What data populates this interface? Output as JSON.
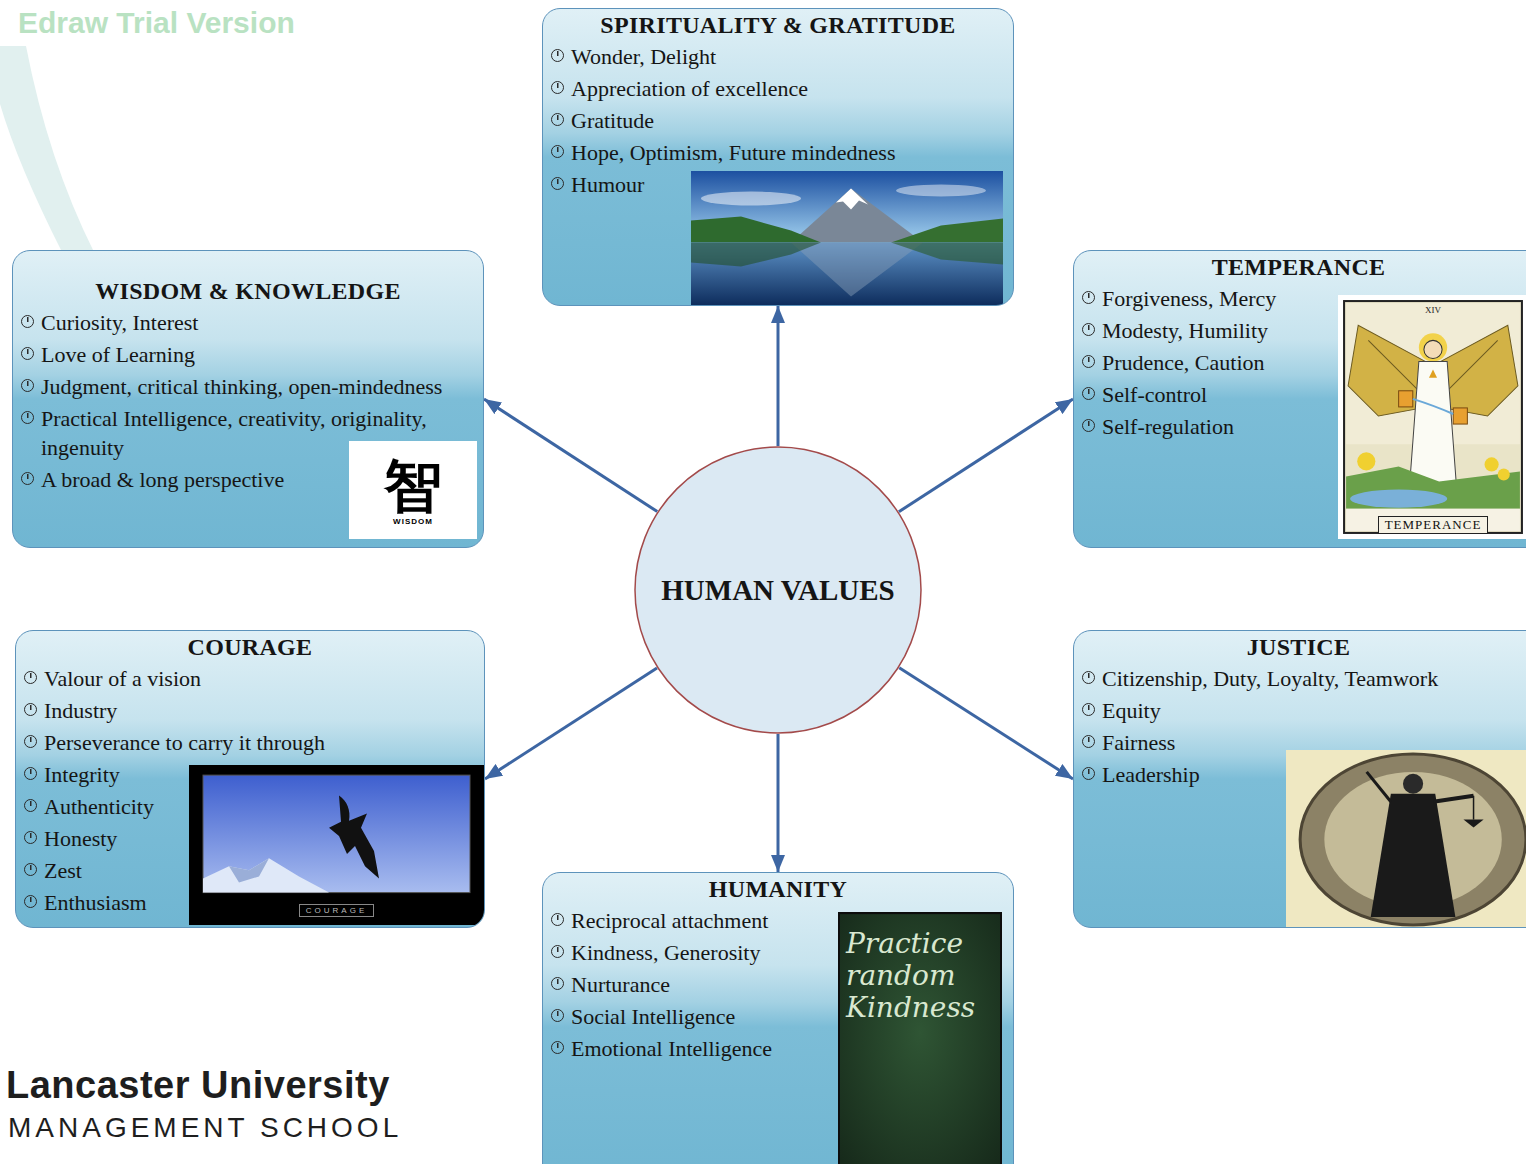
{
  "diagram": {
    "nodes": [
      {
        "text": [
          "SPIRITUALITY & GRATITUDE",
          "Wonder, Delight",
          "Appreciation of excellence",
          "Gratitude",
          "Hope, Optimism, Future mindedness",
          "Humour"
        ]
      },
      {
        "text": [
          "WISDOM & KNOWLEDGE",
          "Curiosity, Interest",
          "Love of Learning",
          "Judgment, critical thinking, open-mindedness",
          "Practical Intelligence, creativity, originality, ingenuity",
          "A broad & long perspective"
        ]
      },
      {
        "text": [
          "TEMPERANCE",
          "Forgiveness, Mercy",
          "Modesty, Humility",
          "Prudence, Caution",
          "Self-control",
          "Self-regulation"
        ]
      },
      {
        "text": [
          "HUMAN VALUES"
        ]
      },
      {
        "text": [
          "COURAGE",
          "Valour of a vision",
          "Industry",
          "Perseverance to carry it through",
          "Integrity",
          "Authenticity",
          "Honesty",
          "Zest",
          "Enthusiasm"
        ]
      },
      {
        "text": [
          "JUSTICE",
          "Citizenship, Duty, Loyalty, Teamwork",
          "Equity",
          "Fairness",
          "Leadership"
        ]
      },
      {
        "text": [
          "HUMANITY",
          "Reciprocal attachment",
          "Kindness, Generosity",
          "Nurturance",
          "Social Intelligence",
          "Emotional Intelligence"
        ]
      }
    ],
    "edges": [
      {
        "from": 3,
        "to": 0,
        "arrow": "to"
      },
      {
        "from": 3,
        "to": 1,
        "arrow": "to"
      },
      {
        "from": 3,
        "to": 2,
        "arrow": "to"
      },
      {
        "from": 3,
        "to": 4,
        "arrow": "to"
      },
      {
        "from": 3,
        "to": 5,
        "arrow": "to"
      },
      {
        "from": 3,
        "to": 6,
        "arrow": "to"
      }
    ],
    "labels": [
      "Edraw Trial Version",
      "智",
      "WISDOM",
      "XIV",
      "TEMPERANCE",
      "COURAGE",
      "Practice random Kindness",
      "Lancaster University",
      "MANAGEMENT SCHOOL"
    ]
  }
}
